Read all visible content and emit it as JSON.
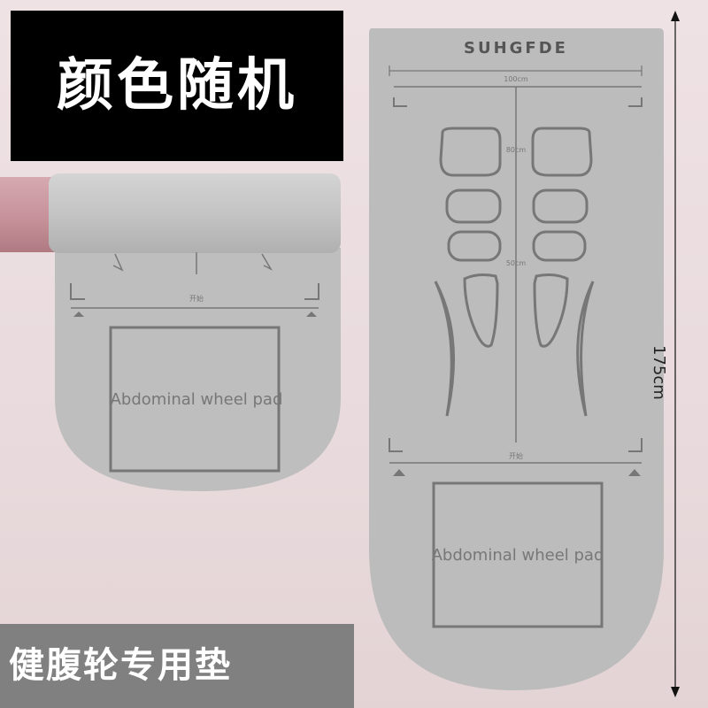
{
  "banner": {
    "text": "颜色随机"
  },
  "footer": {
    "text": "健腹轮专用垫"
  },
  "dimension": {
    "length": "175cm"
  },
  "mat": {
    "brand": "SUHGFDE",
    "width_label": "100cm",
    "mark_80": "80cm",
    "mark_50": "50cm",
    "start_label": "开始",
    "pad_label": "Abdominal wheel pad"
  },
  "rolled_mat": {
    "start_label": "开始",
    "pad_label": "Abdominal wheel pad"
  },
  "colors": {
    "mat": "#b9b9b9",
    "lines": "#7a7a7a",
    "banner_bg": "#000000",
    "footer_bg": "#808080"
  }
}
